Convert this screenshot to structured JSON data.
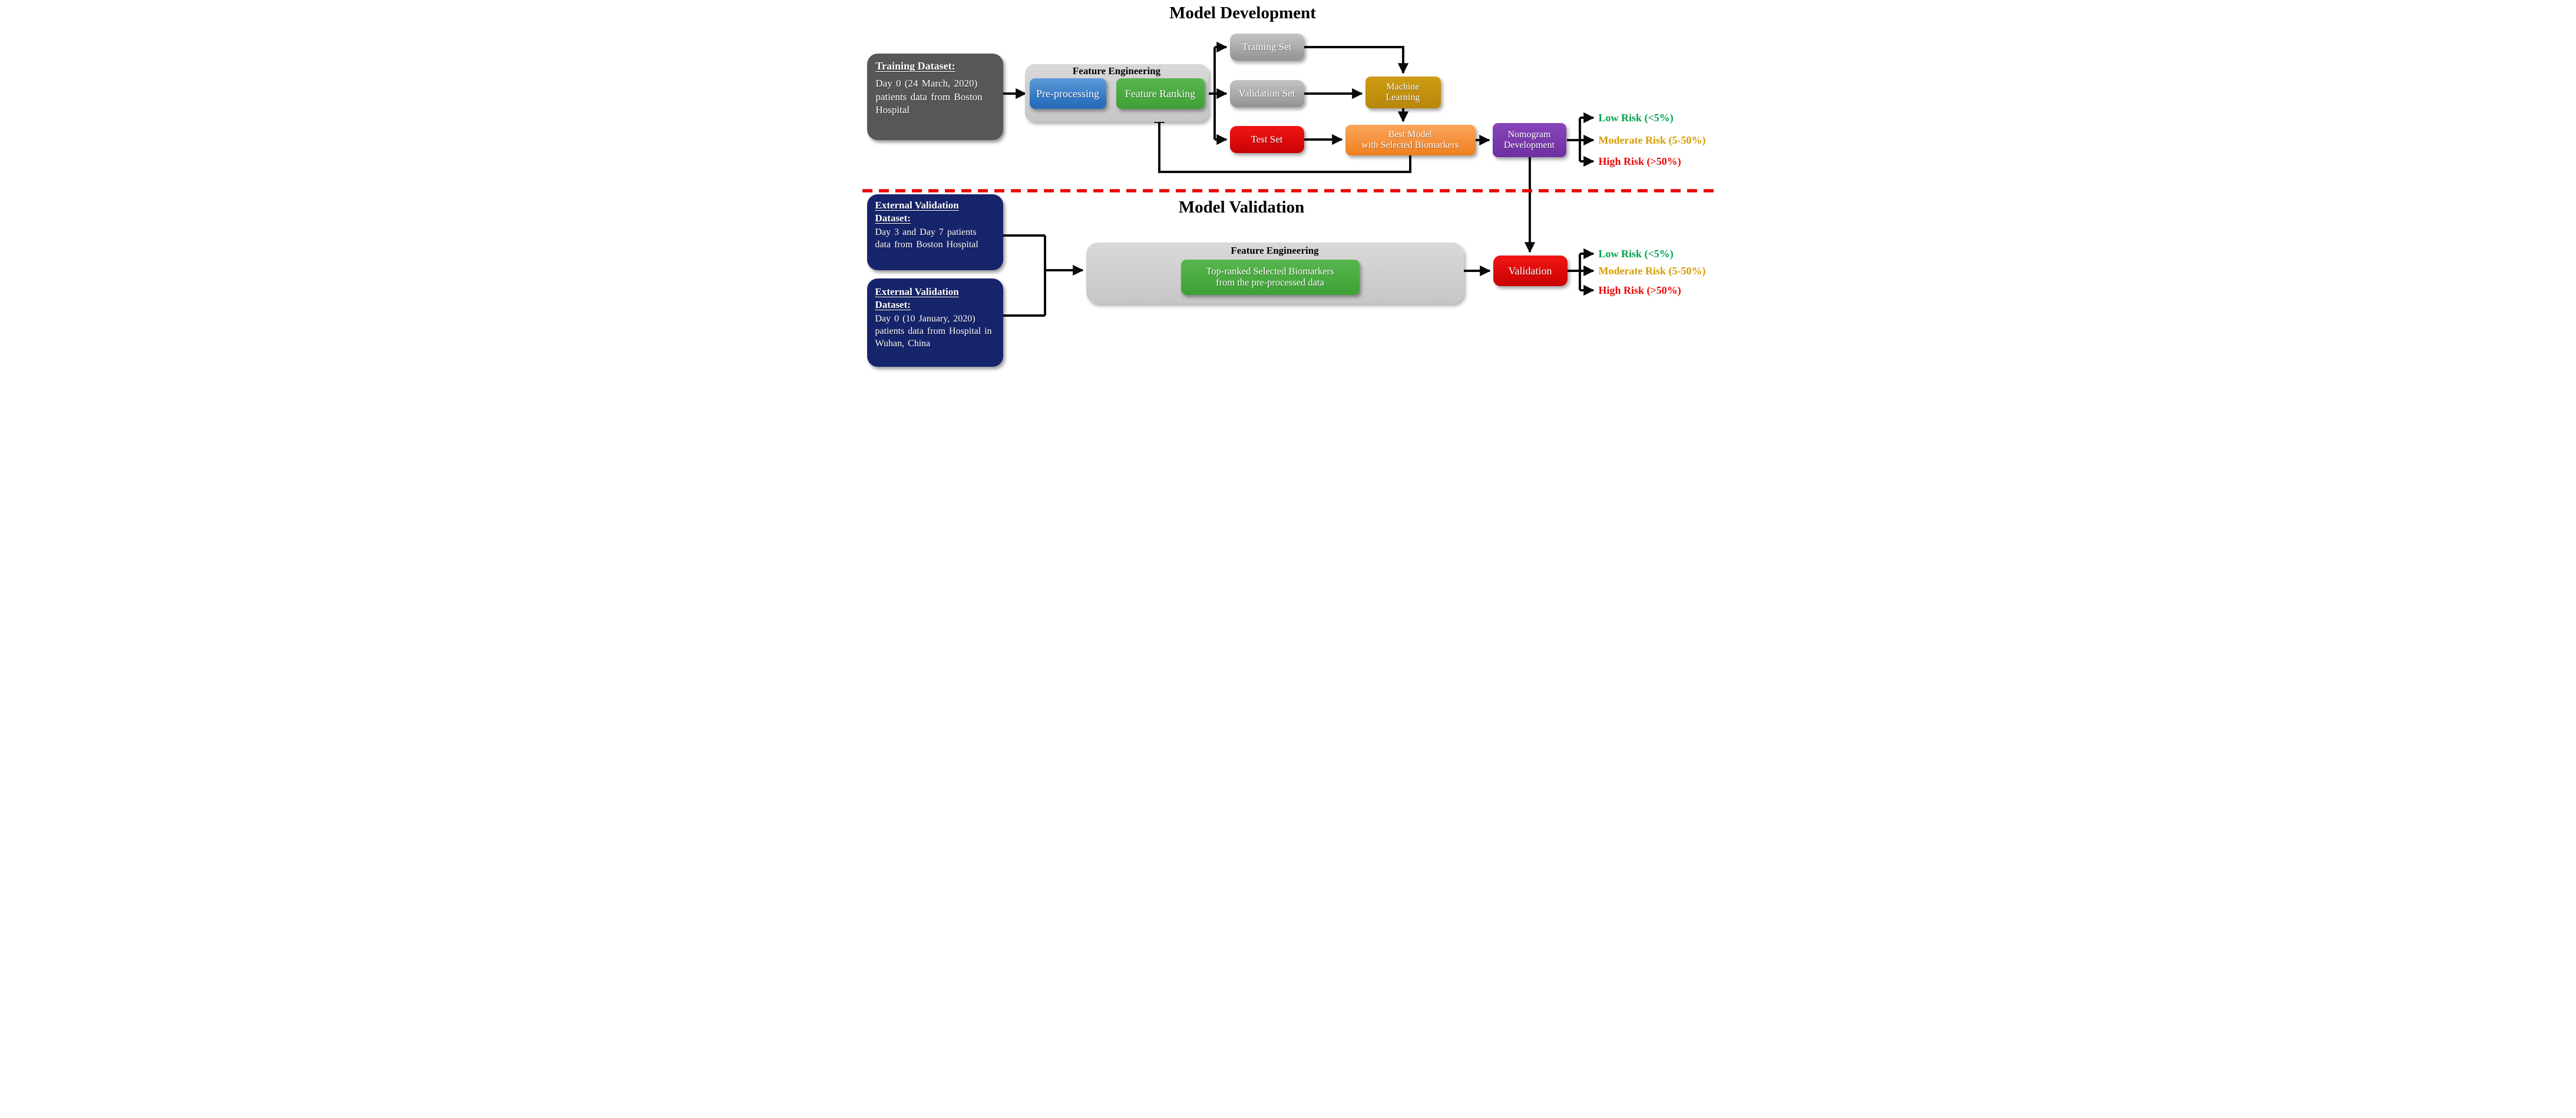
{
  "colors": {
    "divider": "#EC0000",
    "line": "#0A0A0A",
    "dark_gray_box": "#575757",
    "navy_box": "#16246B",
    "blue_box": "#2E75C3",
    "green_box": "#44A83C",
    "gray_set_box": "#A9A9A9",
    "red_box": "#DD0E0E",
    "gold_box": "#C5930E",
    "orange_box": "#F68C3F",
    "purple_box": "#7B3AAF",
    "container_gray": "#CDCDCD",
    "risk_low": "#00A14E",
    "risk_moderate": "#D79C00",
    "risk_high": "#F00505"
  },
  "sections": {
    "development": {
      "title": "Model Development",
      "training_dataset": {
        "heading": "Training Dataset:",
        "body": "Day 0 (24 March, 2020) patients data from Boston Hospital"
      },
      "feature_engineering": {
        "label": "Feature Engineering",
        "preprocessing_label": "Pre-processing",
        "feature_ranking_label": "Feature Ranking"
      },
      "training_set_label": "Training Set",
      "validation_set_label": "Validation Set",
      "test_set_label": "Test Set",
      "machine_learning_label": "Machine Learning",
      "best_model_lines": [
        "Best Model",
        "with Selected Biomarkers"
      ],
      "nomogram_label": "Nomogram Development",
      "risks": [
        {
          "label": "Low Risk (<5%)",
          "color": "#00A14E"
        },
        {
          "label": "Moderate Risk (5-50%)",
          "color": "#D79C00"
        },
        {
          "label": "High Risk (>50%)",
          "color": "#F00505"
        }
      ]
    },
    "validation": {
      "title": "Model Validation",
      "external_dataset_boston": {
        "heading": "External Validation Dataset:",
        "body": "Day 3 and Day 7 patients data from Boston Hospital"
      },
      "external_dataset_wuhan": {
        "heading": "External Validation Dataset:",
        "body": "Day 0 (10 January, 2020) patients data from Hospital in Wuhan, China"
      },
      "feature_engineering": {
        "label": "Feature Engineering",
        "biomarkers_lines": [
          "Top-ranked Selected Biomarkers",
          "from the pre-processed data"
        ]
      },
      "validation_label": "Validation",
      "risks": [
        {
          "label": "Low Risk (<5%)",
          "color": "#00A14E"
        },
        {
          "label": "Moderate Risk (5-50%)",
          "color": "#D79C00"
        },
        {
          "label": "High Risk (>50%)",
          "color": "#F00505"
        }
      ]
    }
  }
}
